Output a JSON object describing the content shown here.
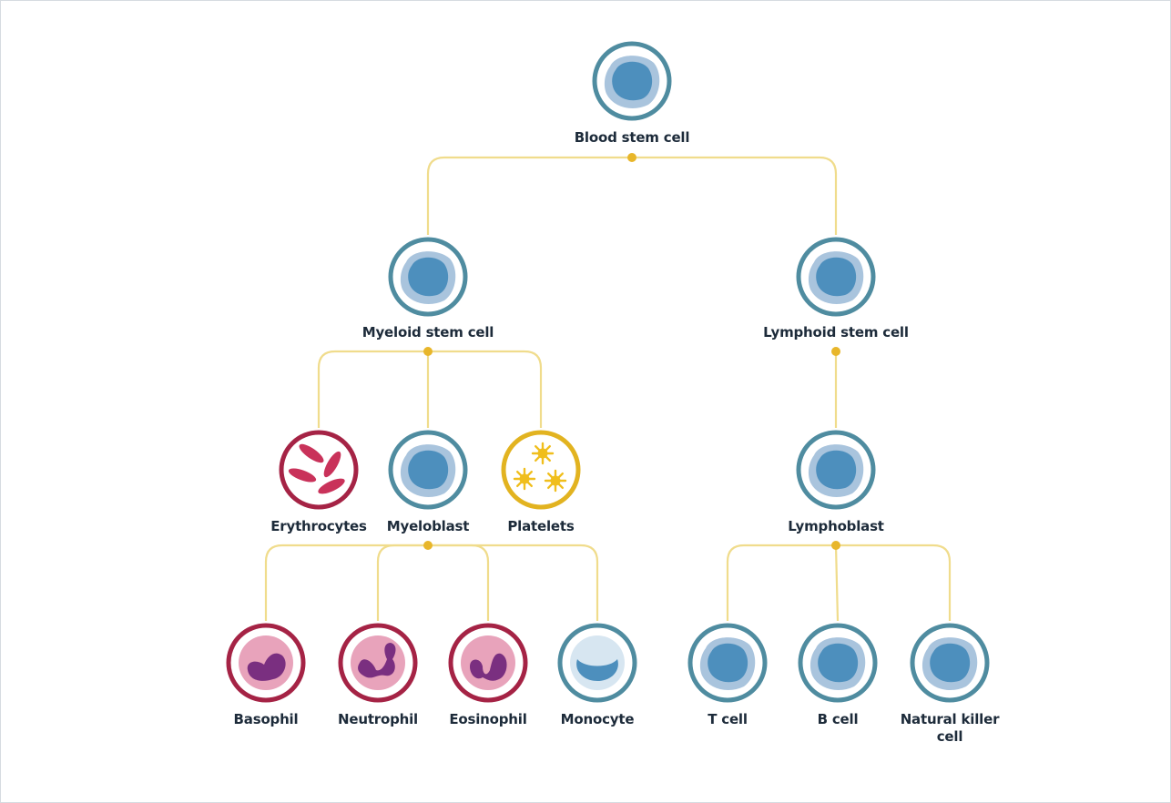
{
  "title": "Blood cell lineage",
  "colors": {
    "connector": "#f0dc8c",
    "junction": "#e8b62a",
    "blue_ring": "#4f8ca0",
    "blue_cyto": "#a9c4dd",
    "blue_nucleus": "#4d8fbd",
    "red_ring": "#a52345",
    "red_cyto": "#e8a3bb",
    "red_nucleus": "#7a2f80",
    "erythrocyte": "#c9325a",
    "platelet_ring": "#e2b320",
    "platelet": "#f0be1c",
    "label": "#1d2b3a"
  },
  "nodes": {
    "blood_stem_cell": {
      "label": "Blood stem cell"
    },
    "myeloid_stem_cell": {
      "label": "Myeloid stem cell"
    },
    "lymphoid_stem_cell": {
      "label": "Lymphoid stem cell"
    },
    "erythrocytes": {
      "label": "Erythrocytes"
    },
    "myeloblast": {
      "label": "Myeloblast"
    },
    "platelets": {
      "label": "Platelets"
    },
    "lymphoblast": {
      "label": "Lymphoblast"
    },
    "basophil": {
      "label": "Basophil"
    },
    "neutrophil": {
      "label": "Neutrophil"
    },
    "eosinophil": {
      "label": "Eosinophil"
    },
    "monocyte": {
      "label": "Monocyte"
    },
    "t_cell": {
      "label": "T cell"
    },
    "b_cell": {
      "label": "B cell"
    },
    "nk_cell": {
      "label": "Natural killer cell"
    }
  },
  "edges": [
    [
      "blood_stem_cell",
      "myeloid_stem_cell"
    ],
    [
      "blood_stem_cell",
      "lymphoid_stem_cell"
    ],
    [
      "myeloid_stem_cell",
      "erythrocytes"
    ],
    [
      "myeloid_stem_cell",
      "myeloblast"
    ],
    [
      "myeloid_stem_cell",
      "platelets"
    ],
    [
      "lymphoid_stem_cell",
      "lymphoblast"
    ],
    [
      "myeloblast",
      "basophil"
    ],
    [
      "myeloblast",
      "neutrophil"
    ],
    [
      "myeloblast",
      "eosinophil"
    ],
    [
      "myeloblast",
      "monocyte"
    ],
    [
      "lymphoblast",
      "t_cell"
    ],
    [
      "lymphoblast",
      "b_cell"
    ],
    [
      "lymphoblast",
      "nk_cell"
    ]
  ]
}
